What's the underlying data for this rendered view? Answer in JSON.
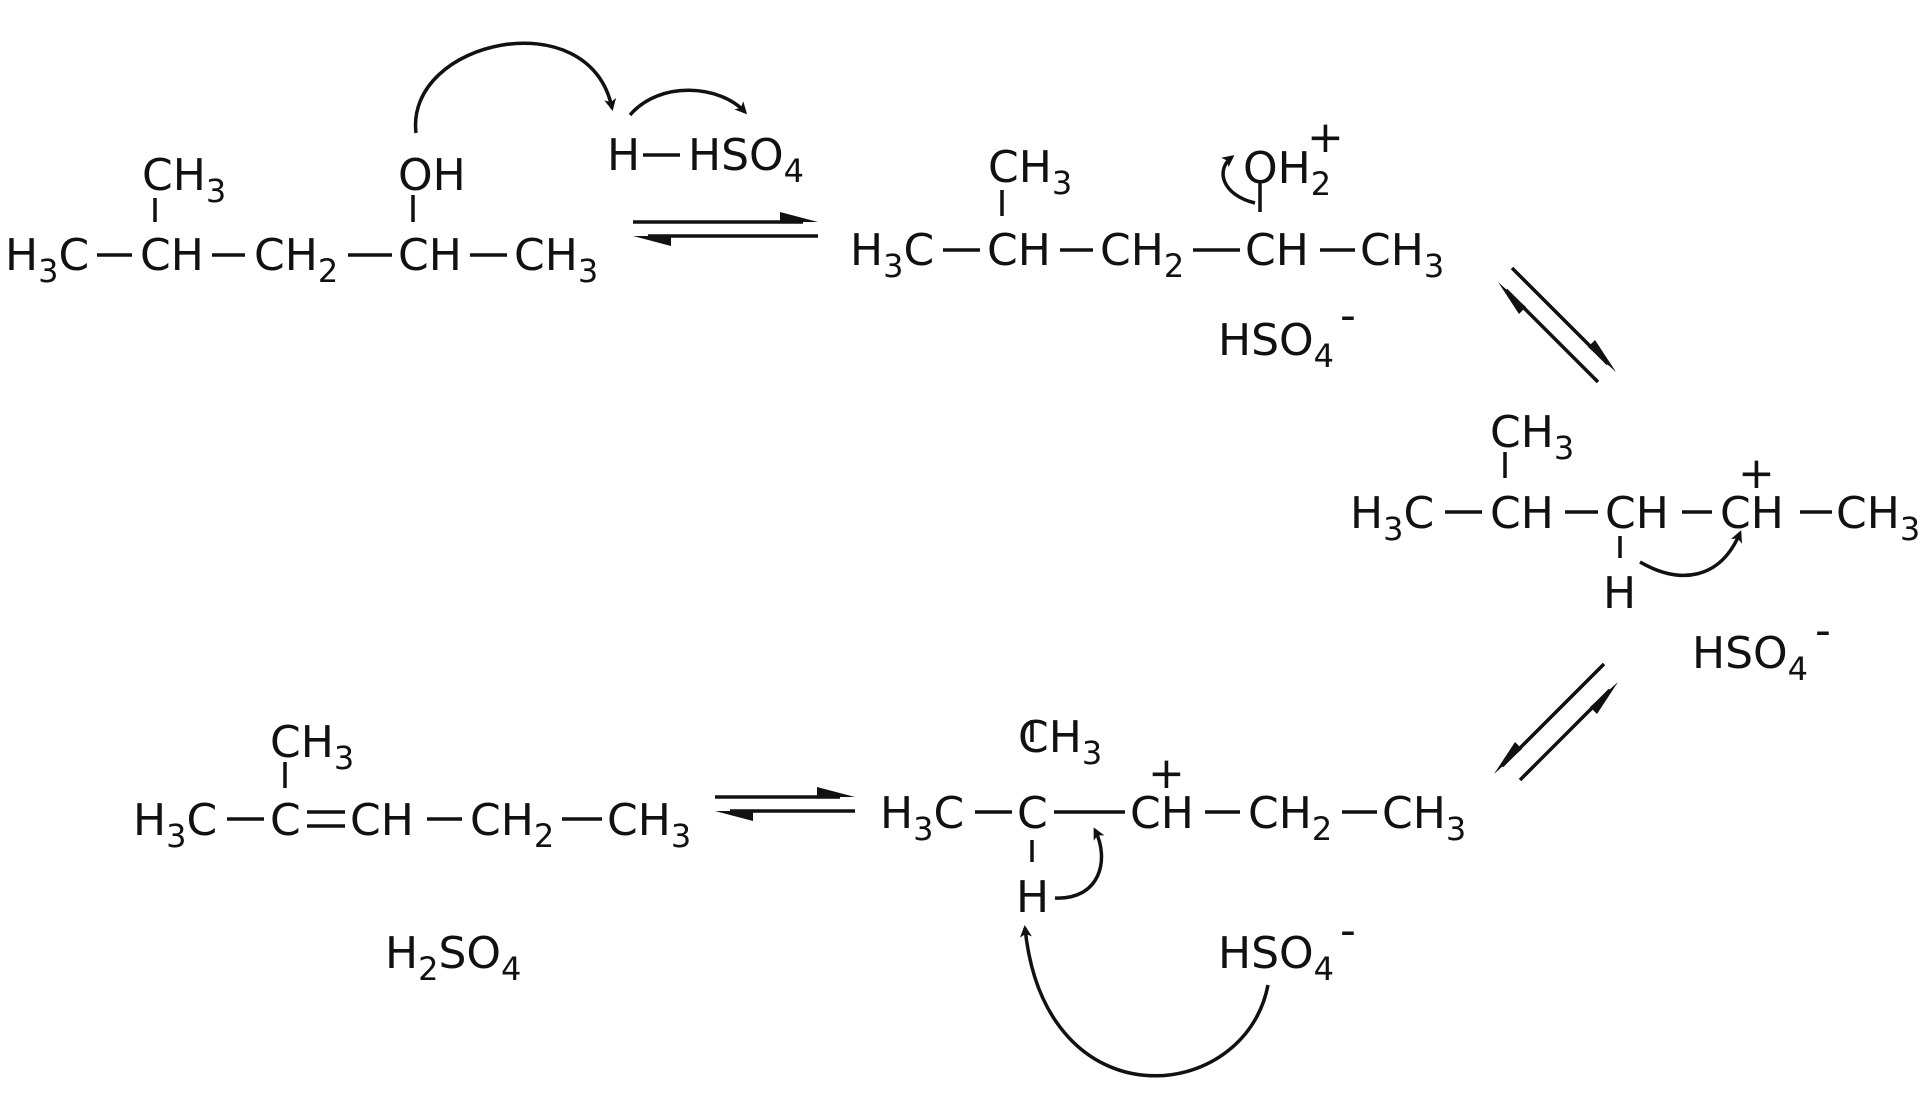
{
  "colors": {
    "ink": "#111111",
    "background": "#ffffff"
  },
  "labels": {
    "H": "H",
    "H3": "H3",
    "C": "C",
    "CH": "CH",
    "CH2": "CH2",
    "CH3": "CH3",
    "OH": "OH",
    "OH2": "OH2",
    "HSO4": "HSO4",
    "H2SO4": "H2SO4",
    "sub2": "2",
    "sub3": "3",
    "sub4": "4",
    "plus": "+",
    "minus": "-"
  }
}
